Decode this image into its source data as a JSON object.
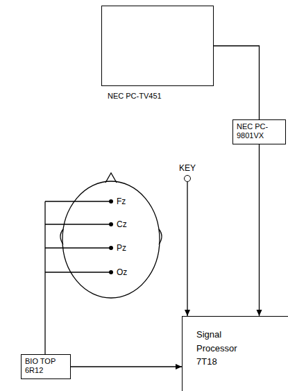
{
  "diagram": {
    "nodes": [
      {
        "text": [
          "NEC PC-TV451"
        ]
      },
      {
        "text": [
          "NEC PC-9801VX"
        ]
      },
      {
        "text": [
          "KEY"
        ]
      },
      {
        "text": [
          "BIO TOP 6R12"
        ]
      },
      {
        "text": [
          "Signal Processor 7T18"
        ]
      }
    ],
    "edges": [
      {
        "from": 0,
        "to": 1,
        "arrow": "none"
      },
      {
        "from": 1,
        "to": 4,
        "arrow": "to"
      },
      {
        "from": 2,
        "to": 4,
        "arrow": "to"
      },
      {
        "from": 3,
        "to": 4,
        "arrow": "to"
      }
    ],
    "labels": [
      "Fz",
      "Cz",
      "Pz",
      "Oz"
    ]
  }
}
